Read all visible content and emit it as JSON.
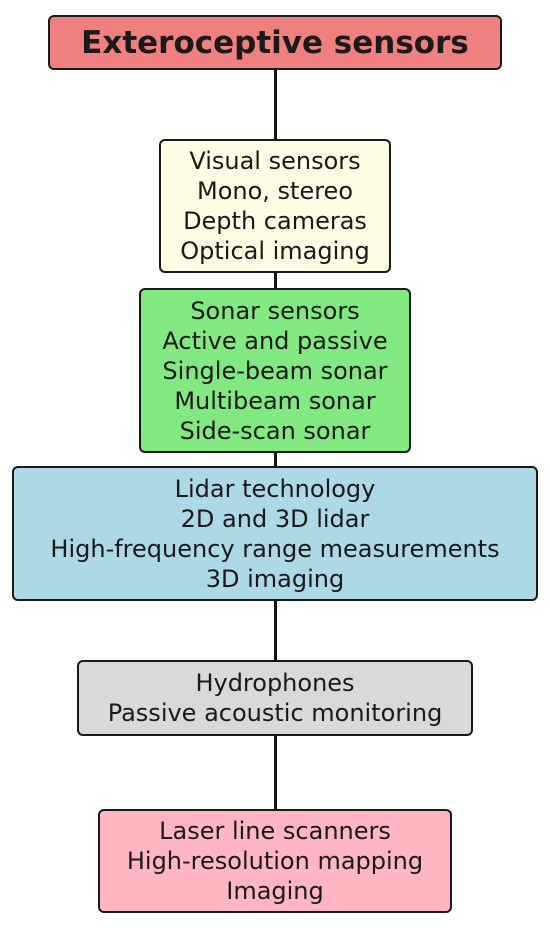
{
  "diagram": {
    "root": {
      "title": "Exteroceptive sensors",
      "color": "#f08080"
    },
    "nodes": [
      {
        "id": "visual",
        "color": "#fffce6",
        "lines": [
          "Visual sensors",
          "Mono, stereo",
          "Depth cameras",
          "Optical imaging"
        ]
      },
      {
        "id": "sonar",
        "color": "#82e882",
        "lines": [
          "Sonar sensors",
          "Active and passive",
          "Single-beam sonar",
          "Multibeam sonar",
          "Side-scan sonar"
        ]
      },
      {
        "id": "lidar",
        "color": "#add8e6",
        "lines": [
          "Lidar technology",
          "2D and 3D lidar",
          "High-frequency range measurements",
          "3D imaging"
        ]
      },
      {
        "id": "hydrophones",
        "color": "#d9d9d9",
        "lines": [
          "Hydrophones",
          "Passive acoustic monitoring"
        ]
      },
      {
        "id": "laser",
        "color": "#ffb6c1",
        "lines": [
          "Laser line scanners",
          "High-resolution mapping",
          "Imaging"
        ]
      }
    ]
  }
}
